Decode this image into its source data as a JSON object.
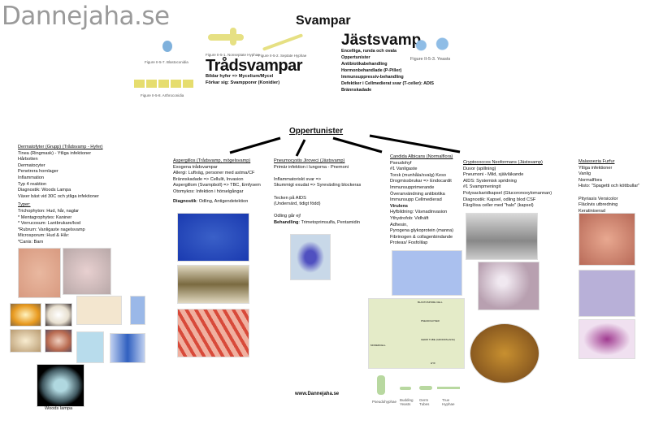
{
  "logo": "Dannejaha.se",
  "title": "Svampar",
  "figures": {
    "blasto": "Figure II-5-7. Blastoconidia",
    "nonseptate": "Figure II-5-1. Nonseptate Hyphae",
    "septate": "Figure II-5-2. Septate Hyphae",
    "arthro": "Figure II-5-8. Arthroconidia",
    "yeasts": "Figure II-5-3. Yeasts"
  },
  "tradsvampar": {
    "heading": "Trådsvampar",
    "lines": [
      "Bildar hyfer => Mycelium/Mycel",
      "Förkar sig: Svampporer (Konidier)"
    ]
  },
  "jastsvamp": {
    "heading": "Jästsvamp",
    "lines": [
      "Encelliga, runda och ovala",
      "Oppertunister",
      "Antibiotikabehandling",
      "Hormonbehandlade (P-Piller)",
      "Immunsuppressiv-behandling",
      "Defektker i Cellmedierat svar (T-celler): ADIS",
      "Brännskadade"
    ]
  },
  "oppertunister": "Oppertunister",
  "col1": {
    "heading": "Dermatofyter (Grupp) (Trådsvamp - Hyfer)",
    "lines": [
      "Tinea (Ringmask) - Ytliga infektioner",
      "Hårbotten",
      "Dermatocyter",
      "Penetrera hornlager",
      "Inflammation",
      "Typ 4 reaktion",
      "Diagnostik: Woods Lampa",
      "Växer bäst vid 30C och ytliga infektioner"
    ],
    "types_heading": "Typer:",
    "types": [
      "Trichophyton: Hud, hår, naglar",
      "* Mentagrophytes: Kaniner",
      "* Verrucosum: Lantbrukare/kod",
      "*Rubrum: Vanligaste nagelsvamp",
      "Microsporum: Hud & Hår:",
      "*Canis: Barn"
    ],
    "woods_caption": "Woods lampa"
  },
  "col2": {
    "heading": "Aspergillos (Trådsvamp, mögelsvamp)",
    "lines": [
      "Exogena trådsvampar",
      "Allergi: Luftväg, personer med astma/CF",
      "Brännskadade => Cellulit, Invasion",
      "Aspergillom (Svampboll) => TBC, Emfysem",
      "Otomykos: Infektion i hörselgångar"
    ],
    "diag_label": "Diagnostik",
    "diag_text": ": Odling, Antigendetektion"
  },
  "col3": {
    "heading": "Pneumocystis Jiroveci (Jästsvamp)",
    "line1": "Primär infektion i lungorna - Pnemoni",
    "lines": [
      "Inflammatoriskt svar =>",
      "Skummigt exudat => Syreväxling blockeras",
      "",
      "Tecken på AIDS",
      "(Undernärd, tidigt född)",
      "",
      "Odling går ej!"
    ],
    "treat_label": "Behandling",
    "treat_text": ": Trimetoprimsulfa, Pentamidin"
  },
  "col4": {
    "heading": "Candida Albicans (Normalflora)",
    "lines": [
      "Pseudohyf",
      "#1 Vanligaste",
      "Torsk (munhåla/svalg) Keso",
      "Drogmissbrukar => Endocardit",
      "Immunsupprimerande",
      "Överanvändning antibiotika",
      "Immunsupp Cellmedierad",
      "Virulens",
      "Hyfbildning: Vävnadinvasion",
      "Ythydrofob: Vidhäft",
      "Adhesin,",
      "Pyrogena glykoprotein (manna)",
      "Fibrinogen & collagenbindande",
      "Proteas/ Fosfolilap"
    ]
  },
  "col5": {
    "heading": "Cryptococcos Neoformans (Jästsvamp)",
    "lines": [
      "Duvor (spillning)",
      "Pneumoni - Mild, självläkande",
      "AIDS: Systemisk spridning",
      "#1 Svampmeningit",
      "Polysackaridkapsel (Glucoronoxylomannan)",
      "Diagnostik: Kapsel, odling blod CSF",
      "Färglösa celler med \"halo\" (kapsel)"
    ]
  },
  "col6": {
    "heading": "Malassezia Furfur",
    "lines": [
      "Ytliga infektioner",
      "Vanlig",
      "Normalflora",
      "Histo: \"Spagetti och köttbullar\"",
      "",
      "Pityriasis Versicolor",
      "Fläckvis utbredning",
      "Keratiniserad"
    ]
  },
  "diagram": {
    "labels": [
      "BLASTOSPORE CELL",
      "PSEUDOHYFER",
      "GERM TUBE (GRODDSLANG)",
      "MODERCELL",
      "HYF"
    ]
  },
  "forms": [
    "Pseudohyphae",
    "Budding Yeasts",
    "Germ Tubes",
    "True Hyphae"
  ],
  "website": "www.Dannejaha.se"
}
